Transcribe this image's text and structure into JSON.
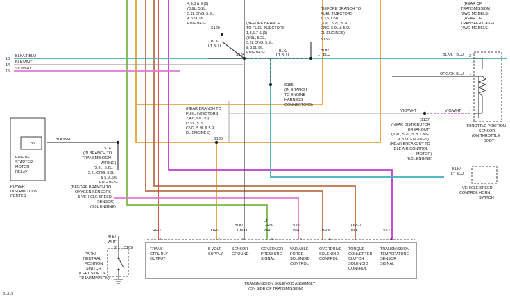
{
  "wire_colors": {
    "orange": "#e8a23a",
    "brown": "#b8734a",
    "red": "#d9433a",
    "violet": "#c03ad0",
    "teal": "#3ab0c0",
    "green": "#7ab84a",
    "pink": "#e07ad0",
    "black": "#333333"
  },
  "left_wires": {
    "w13": {
      "num": "13",
      "label": "BLK/LT BLU"
    },
    "w14": {
      "num": "14",
      "label": "BLK/WHT"
    },
    "w15": {
      "num": "15",
      "label": "VIO/WHT"
    }
  },
  "top_left_note": {
    "lines": [
      "4,6,8 & 9 (8)",
      "(3.9L, 5.2L,",
      "5.2L CNG, 5.9L",
      "& 5.9L DL",
      "ENGINES)"
    ],
    "splice": "S129"
  },
  "s134": {
    "wire": [
      "BLK/",
      "LT BLU"
    ],
    "note": [
      "(BEFORE BRANCH",
      "TO FUEL INJECTORS",
      "1,3,5,7 & (9)",
      "(3.9L, 5.2L,",
      "5.2L CNG, 5.9L",
      "& 5.9L DL",
      "ENGINES)"
    ],
    "splice": "S134",
    "right_wire": [
      "BLK/",
      "LT BLU"
    ]
  },
  "s136": {
    "wire": [
      "BLK/",
      "LT BLU"
    ],
    "note": [
      "(BEFORE BRANCH TO",
      "FUEL INJECTORS",
      "1,3,5,7 (9)",
      "(3.9L, 5.2L, 5.2L",
      "CNG, 5.9L & 5.9L",
      "DL ENGINES)"
    ],
    "splice": "S136"
  },
  "s155": {
    "splice": "S155",
    "note": [
      "(IN BRANCH",
      "TO ENGINE",
      "HARNESS",
      "CONNECTORS)"
    ]
  },
  "s130": {
    "note": [
      "(NEAR BRANCH TO",
      "FUEL INJECTORS",
      "2,4,6,8 & (10)",
      "(3.9L, 5.2L,",
      "CNG, 5.9L & 5.9L",
      "DL ENGINES)"
    ],
    "splice": "S130"
  },
  "top_right_note": {
    "lines": [
      "(REAR OF",
      "TRANSMISSION",
      "(2WD MODELS)",
      "(REAR OF",
      "TRANSFER CASE)",
      "(4WD MODELS)"
    ]
  },
  "tps": {
    "pin3": "3",
    "pin2": "2",
    "pin1": "1",
    "wire3": "BLK/LT BLU",
    "wire2": "ORG/DK BLU",
    "wire1": "VIO/WHT",
    "title": [
      "THROTTLE POSITION",
      "SENSOR",
      "(ON THROTTLE",
      "BODY)"
    ]
  },
  "s137": {
    "wire": "VIO/WHT",
    "splice": "S137",
    "note": [
      "(NEAR DISTRIBUTOR",
      "BREAKOUT)",
      "(3.9L, 5.2L, 5.2L CNG",
      "& 5.9L ENGINES)",
      "(NEAR BREAKOUT TO",
      "IDLE AIR CONTROL",
      "MOTOR)",
      "(8.0L ENGINE)"
    ]
  },
  "vss": {
    "wire": [
      "BLK/",
      "LT BLU"
    ],
    "title": [
      "VEHICLE SPEED",
      "CONTROL HORN",
      "SWITCH"
    ]
  },
  "relay": {
    "pin": "85",
    "wire": "BLK/WHT",
    "label": [
      "ENGINE",
      "STARTER",
      "MOTOR",
      "RELAY"
    ],
    "pdc": [
      "POWER",
      "DISTRIBUTION",
      "CENTER"
    ]
  },
  "s141": {
    "splice": "S141",
    "note": [
      "(IN BRANCH TO",
      "TRANSMISSION",
      "WIRING)",
      "(3.9L, 5.2L,",
      "5.2L CNG, 5.9L",
      "& 5.9L DL",
      "ENGINES)",
      "(BEFORE BRANCH TO",
      "OXYGEN SENSORS",
      "& VEHICLE SPEED",
      "SENSOR)",
      "(8.0L ENGINE)"
    ]
  },
  "pnp": {
    "wire": [
      "BLK/",
      "WHT"
    ],
    "pin": "2",
    "connector": "C169",
    "label": [
      "PARK/",
      "NEUTRAL",
      "POSITION",
      "SWITCH",
      "(LEFT SIDE OF",
      "TRANSMISSION)"
    ]
  },
  "connector": {
    "pins": [
      {
        "num": "1",
        "wire": [
          "RED"
        ],
        "label": [
          "TRANS",
          "CTRL RLY",
          "OUTPUT"
        ]
      },
      {
        "num": "2",
        "wire": [
          "ORG"
        ],
        "label": [
          "5 VOLT",
          "SUPPLY"
        ]
      },
      {
        "num": "3",
        "wire": [
          "BLK/",
          "LT BLU"
        ],
        "label": [
          "SENSOR",
          "GROUND"
        ]
      },
      {
        "num": "4",
        "wire": [
          "LT",
          "GRN/",
          "WHT"
        ],
        "label": [
          "GOVERNOR",
          "PRESSURE",
          "SIGNAL"
        ]
      },
      {
        "num": "5",
        "wire": [
          "VIO/",
          "WHT"
        ],
        "label": [
          "VARIABLE",
          "FORCE",
          "SOLENOID",
          "CONTROL"
        ]
      },
      {
        "num": "6",
        "wire": [
          "BRN"
        ],
        "label": [
          "OVERDRIVE",
          "SOLENOID",
          "CONTROL"
        ]
      },
      {
        "num": "7",
        "wire": [
          "ORG/",
          "BLK"
        ],
        "label": [
          "TORQUE",
          "CONVERTER",
          "CLUTCH",
          "SOLENOID",
          "CONTROL"
        ]
      },
      {
        "num": "8",
        "wire": [
          "VIO"
        ],
        "label": [
          "TRANSMISSION",
          "TEMPERATURE",
          "SENSOR",
          "SIGNAL"
        ]
      }
    ],
    "title": [
      "TRANSMISSION SOLENOID ASSEMBLY",
      "(ON SIDE OF TRANSMISSION)"
    ]
  },
  "figure_id": "81315"
}
